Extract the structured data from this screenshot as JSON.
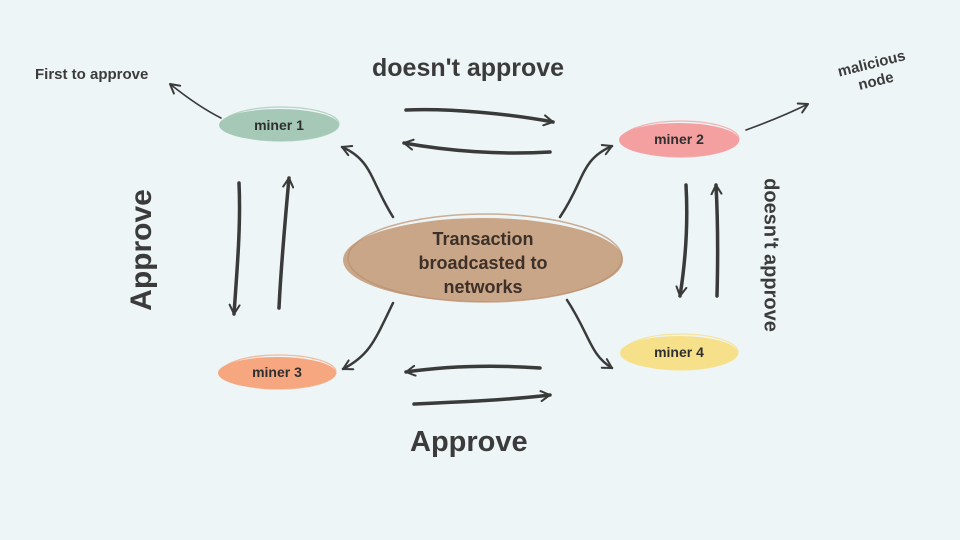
{
  "center": {
    "text_lines": [
      "Transaction",
      "broadcasted to",
      "networks"
    ],
    "color": "#c9a688"
  },
  "nodes": [
    {
      "id": "miner-1",
      "label": "miner 1",
      "color": "#a6c9b7"
    },
    {
      "id": "miner-2",
      "label": "miner 2",
      "color": "#f5a0a0"
    },
    {
      "id": "miner-3",
      "label": "miner 3",
      "color": "#f6a77f"
    },
    {
      "id": "miner-4",
      "label": "miner 4",
      "color": "#f7e08a"
    }
  ],
  "edge_labels": {
    "top": "doesn't approve",
    "bottom": "Approve",
    "left": "Approve",
    "right": "doesn't approve"
  },
  "annotations": {
    "first_to_approve": "First to approve",
    "malicious_lines": [
      "malicious",
      "node"
    ]
  },
  "colors": {
    "background": "#edf5f6",
    "ink": "#3a3a3a"
  }
}
